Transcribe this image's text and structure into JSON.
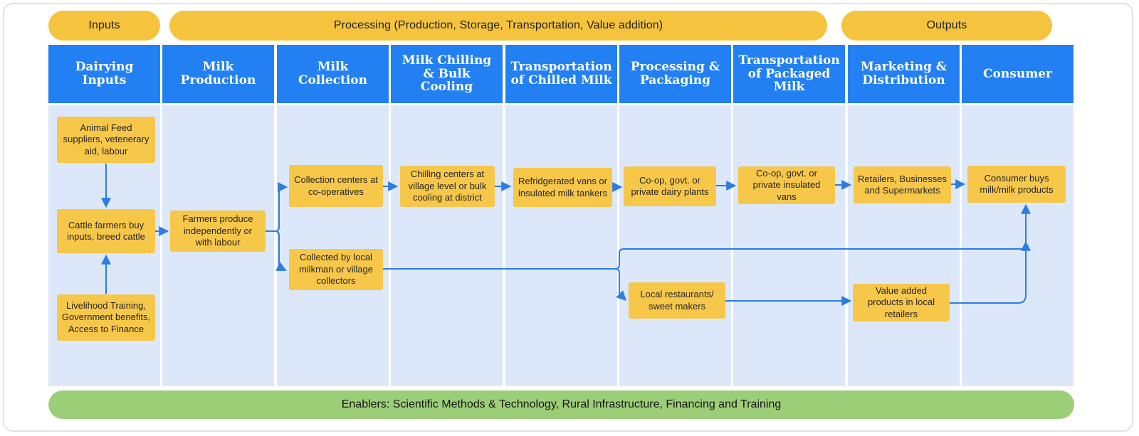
{
  "top_pills": {
    "inputs": "Inputs",
    "processing": "Processing (Production, Storage, Transportation, Value addition)",
    "outputs": "Outputs"
  },
  "columns": [
    "Dairying Inputs",
    "Milk Production",
    "Milk Collection",
    "Milk Chilling & Bulk Cooling",
    "Transportation of Chilled Milk",
    "Processing & Packaging",
    "Transportation of Packaged Milk",
    "Marketing & Distribution",
    "Consumer"
  ],
  "boxes": {
    "animal_feed": "Animal Feed suppliers, vetenerary aid, labour",
    "cattle_farmers": "Cattle farmers buy inputs, breed cattle",
    "livelihood": "Livelihood Training, Government benefits, Access to Finance",
    "farmers_produce": "Farmers produce independently or with labour",
    "collection_centers": "Collection centers at co-operatives",
    "collected_milkman": "Collected by local milkman or village collectors",
    "chilling_centers": "Chilling centers at village level or bulk cooling at district",
    "refridgerated_vans": "Refridgerated vans or insulated milk tankers",
    "coop_dairy_plants": "Co-op, govt. or private dairy plants",
    "local_restaurants": "Local restaurants/ sweet makers",
    "coop_insulated_vans": "Co-op, govt. or private insulated vans",
    "retailers": "Retailers, Businesses and Supermarkets",
    "value_added": "Value added products in local retailers",
    "consumer_buys": "Consumer buys milk/milk products"
  },
  "enablers_label": "Enablers: Scientific Methods & Technology, Rural Infrastructure, Financing and Training",
  "colors": {
    "header_blue": "#2280F2",
    "column_bg": "#DCE8FA",
    "box_yellow": "#F7C74A",
    "pill_yellow": "#F5C33E",
    "enabler_green": "#9CCE78",
    "arrow_blue": "#2C7CE3"
  }
}
